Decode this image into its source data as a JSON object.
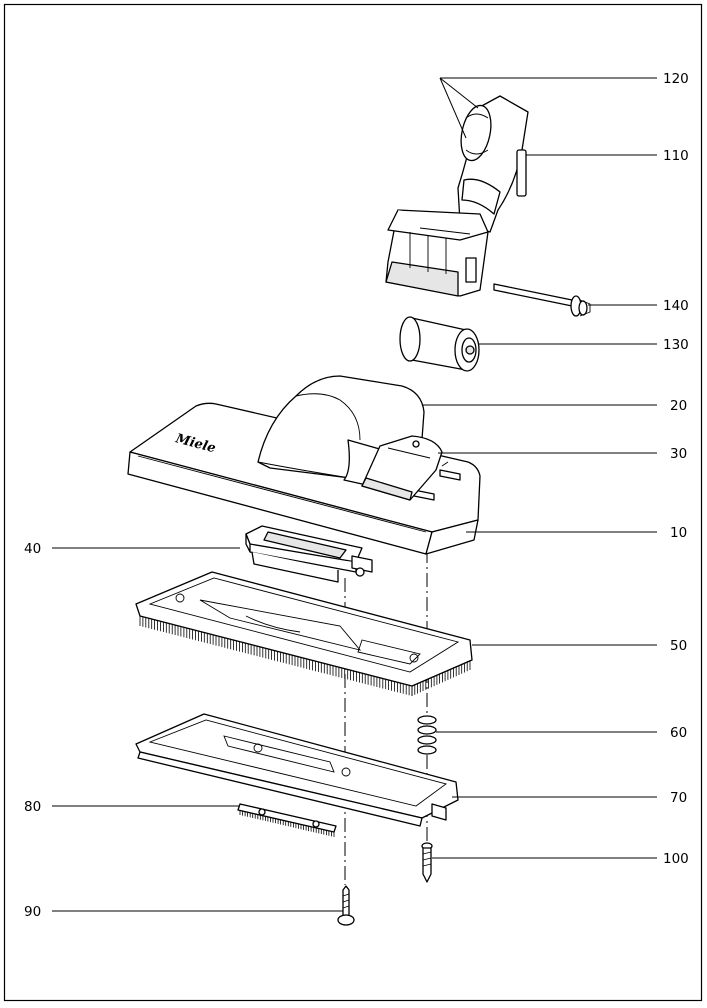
{
  "diagram": {
    "brand_mark": "Miele",
    "callouts": [
      {
        "id": "120",
        "label": "120"
      },
      {
        "id": "110",
        "label": "110"
      },
      {
        "id": "140",
        "label": "140"
      },
      {
        "id": "130",
        "label": "130"
      },
      {
        "id": "20",
        "label": "20"
      },
      {
        "id": "30",
        "label": "30"
      },
      {
        "id": "10",
        "label": "10"
      },
      {
        "id": "40",
        "label": "40"
      },
      {
        "id": "50",
        "label": "50"
      },
      {
        "id": "60",
        "label": "60"
      },
      {
        "id": "70",
        "label": "70"
      },
      {
        "id": "80",
        "label": "80"
      },
      {
        "id": "100",
        "label": "100"
      },
      {
        "id": "90",
        "label": "90"
      }
    ]
  },
  "colors": {
    "line": "#000000",
    "background": "#ffffff",
    "shade": "#e6e6e6"
  }
}
